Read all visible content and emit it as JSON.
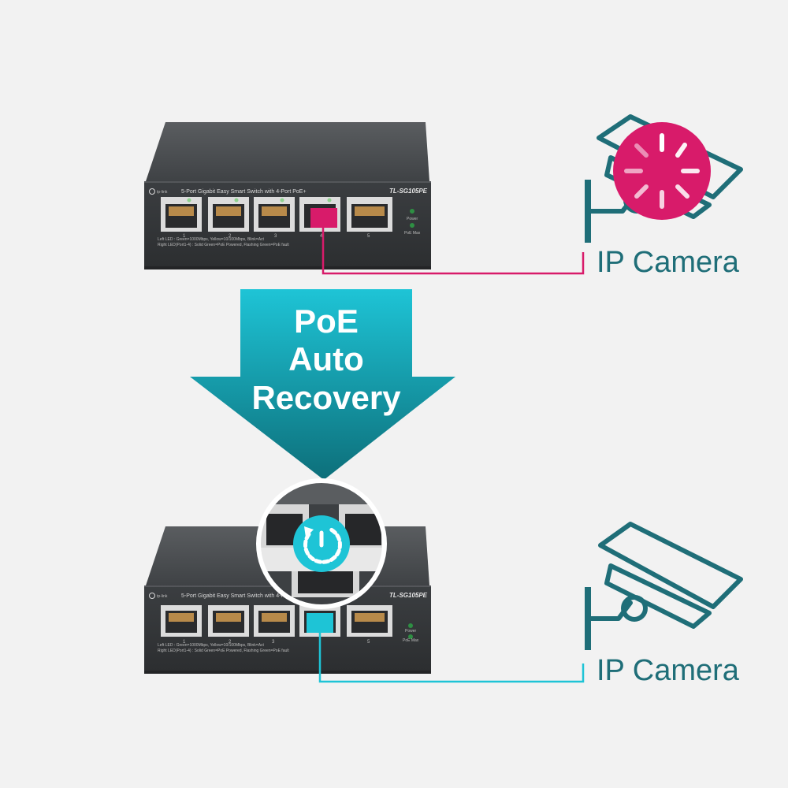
{
  "colors": {
    "background": "#f2f2f2",
    "fault_magenta": "#d81b6a",
    "ok_cyan": "#1ec4d6",
    "icon_teal": "#1f6e78",
    "arrow_top": "#1ec4d6",
    "arrow_bottom": "#0d6f7a"
  },
  "switch": {
    "brand": "tp-link",
    "description": "5-Port Gigabit Easy Smart Switch with 4-Port PoE+",
    "model": "TL-SG105PE",
    "port_numbers": [
      "1",
      "2",
      "3",
      "4",
      "5"
    ],
    "led_power": "Power",
    "led_poe_max": "PoE Max",
    "legend_line1": "Left LED : Green=1000Mbps, Yellow=10/100Mbps, Blink=Act",
    "legend_line2": "Right LED(Port1-4) : Solid Green=PoE Powered, Flashing Green=PoE fault"
  },
  "arrow": {
    "line1": "PoE",
    "line2": "Auto",
    "line3": "Recovery"
  },
  "top_camera": {
    "label": "IP Camera",
    "state_icon": "loading-spinner-icon"
  },
  "bottom_camera": {
    "label": "IP Camera",
    "state_icon": "security-camera-icon"
  },
  "zoom": {
    "icon": "power-restart-icon"
  }
}
